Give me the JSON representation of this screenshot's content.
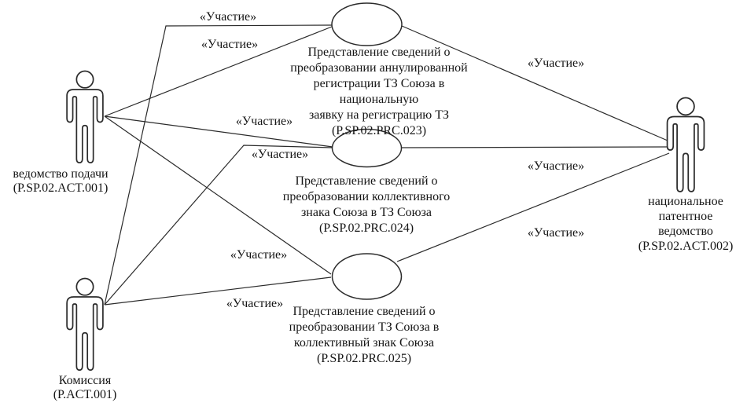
{
  "diagram": {
    "type": "uml-use-case-diagram",
    "stereotype_label": "«Участие»",
    "colors": {
      "background": "#ffffff",
      "line": "#2b2b2b",
      "text": "#151515",
      "shape_fill": "#ffffff"
    }
  },
  "actors": [
    {
      "id": "P.SP.02.ACT.001",
      "name": "ведомство подачи",
      "label": "ведомство подачи\n(P.SP.02.ACT.001)"
    },
    {
      "id": "P.ACT.001",
      "name": "Комиссия",
      "label": "Комиссия\n(P.ACT.001)"
    },
    {
      "id": "P.SP.02.ACT.002",
      "name": "национальное патентное ведомство",
      "label": "национальное\nпатентное\nведомство\n(P.SP.02.ACT.002)"
    }
  ],
  "use_cases": [
    {
      "id": "P.SP.02.PRC.023",
      "label": "Представление сведений о\nпреобразовании аннулированной\nрегистрации ТЗ Союза в национальную\nзаявку на регистрацию ТЗ\n(P.SP.02.PRC.023)"
    },
    {
      "id": "P.SP.02.PRC.024",
      "label": "Представление сведений о\nпреобразовании коллективного\nзнака Союза в ТЗ Союза\n(P.SP.02.PRC.024)"
    },
    {
      "id": "P.SP.02.PRC.025",
      "label": "Представление сведений о\nпреобразовании ТЗ Союза в\nколлективный знак Союза\n(P.SP.02.PRC.025)"
    }
  ],
  "edges": [
    {
      "from": "P.ACT.001",
      "to": "P.SP.02.PRC.023",
      "label": "«Участие»"
    },
    {
      "from": "P.SP.02.ACT.001",
      "to": "P.SP.02.PRC.023",
      "label": "«Участие»"
    },
    {
      "from": "P.SP.02.ACT.001",
      "to": "P.SP.02.PRC.024",
      "label": "«Участие»"
    },
    {
      "from": "P.ACT.001",
      "to": "P.SP.02.PRC.024",
      "label": "«Участие»"
    },
    {
      "from": "P.SP.02.ACT.001",
      "to": "P.SP.02.PRC.025",
      "label": "«Участие»"
    },
    {
      "from": "P.ACT.001",
      "to": "P.SP.02.PRC.025",
      "label": "«Участие»"
    },
    {
      "from": "P.SP.02.PRC.023",
      "to": "P.SP.02.ACT.002",
      "label": "«Участие»"
    },
    {
      "from": "P.SP.02.PRC.024",
      "to": "P.SP.02.ACT.002",
      "label": "«Участие»"
    },
    {
      "from": "P.SP.02.PRC.025",
      "to": "P.SP.02.ACT.002",
      "label": "«Участие»"
    }
  ]
}
